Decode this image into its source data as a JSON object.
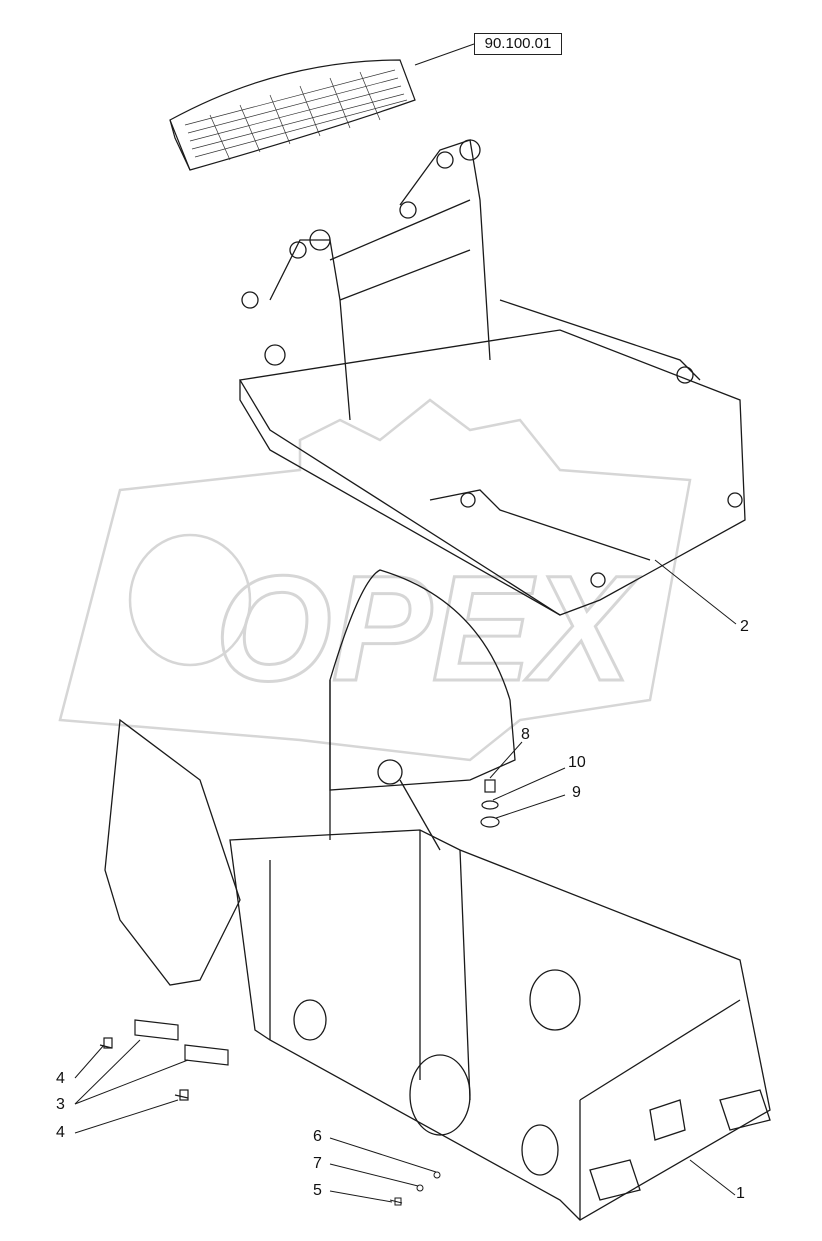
{
  "reference": {
    "code": "90.100.01"
  },
  "watermark": {
    "text": "OPEX"
  },
  "callouts": [
    {
      "id": "2",
      "text": "2"
    },
    {
      "id": "8",
      "text": "8"
    },
    {
      "id": "10",
      "text": "10"
    },
    {
      "id": "9",
      "text": "9"
    },
    {
      "id": "4a",
      "text": "4"
    },
    {
      "id": "3",
      "text": "3"
    },
    {
      "id": "4b",
      "text": "4"
    },
    {
      "id": "6",
      "text": "6"
    },
    {
      "id": "7",
      "text": "7"
    },
    {
      "id": "5",
      "text": "5"
    },
    {
      "id": "1",
      "text": "1"
    }
  ],
  "colors": {
    "line": "#1a1a1a",
    "watermark": "#cfcfcf"
  }
}
